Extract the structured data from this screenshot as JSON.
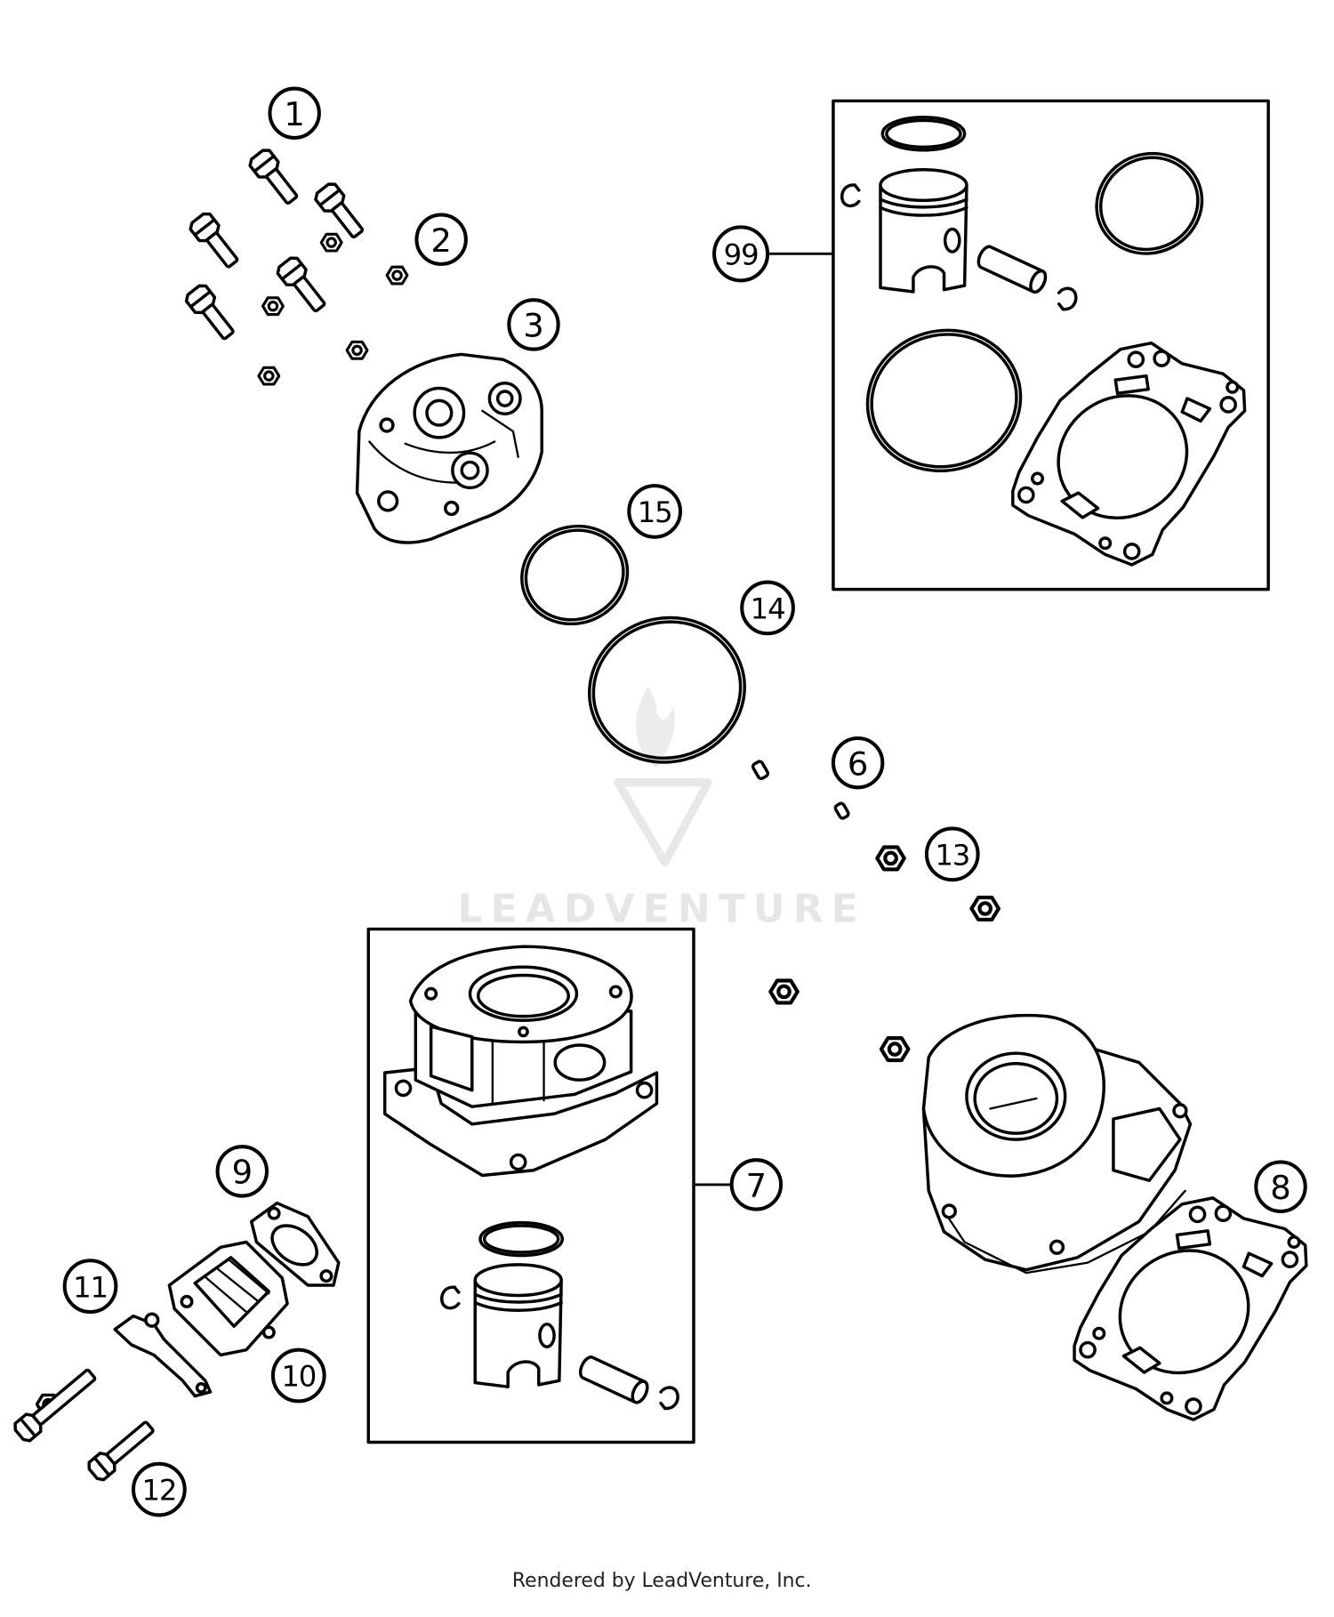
{
  "diagram": {
    "callouts": [
      {
        "label": "1"
      },
      {
        "label": "2"
      },
      {
        "label": "3"
      },
      {
        "label": "99"
      },
      {
        "label": "15"
      },
      {
        "label": "14"
      },
      {
        "label": "6"
      },
      {
        "label": "13"
      },
      {
        "label": "7"
      },
      {
        "label": "8"
      },
      {
        "label": "9"
      },
      {
        "label": "11"
      },
      {
        "label": "10"
      },
      {
        "label": "12"
      }
    ],
    "watermark": "LEADVENTURE",
    "credit": "Rendered by LeadVenture, Inc."
  },
  "colors": {
    "line": "#000000",
    "background": "#ffffff",
    "watermark": "#e6e6e6"
  }
}
